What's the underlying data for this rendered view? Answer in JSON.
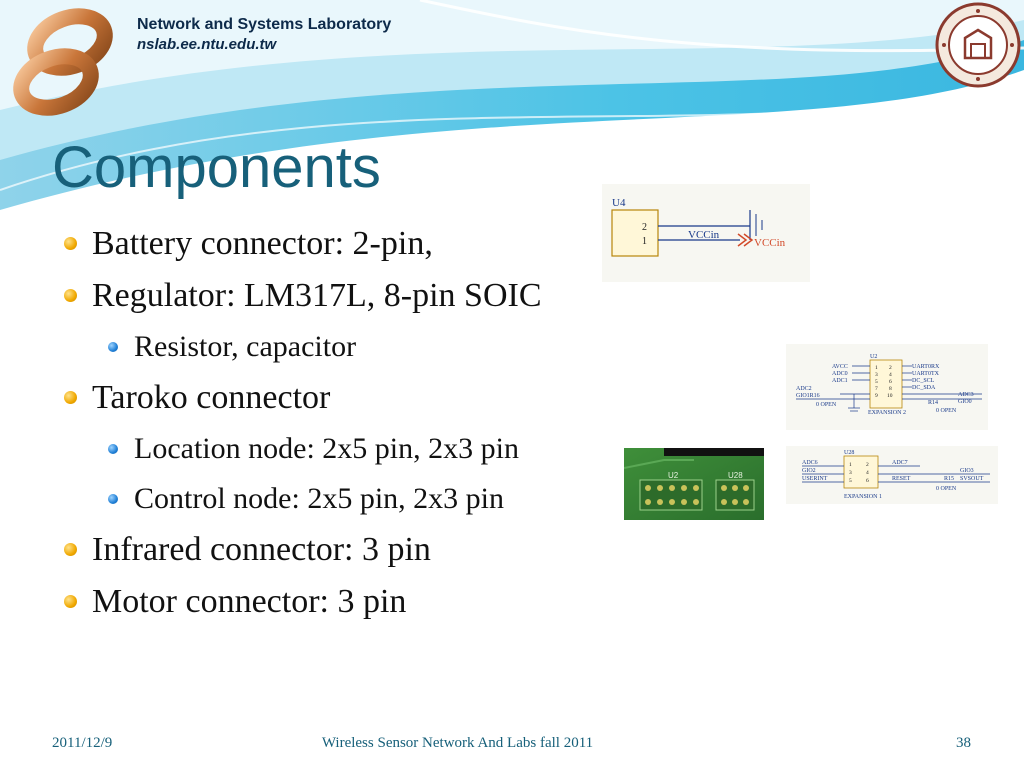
{
  "header": {
    "lab_name": "Network and Systems Laboratory",
    "lab_url": "nslab.ee.ntu.edu.tw"
  },
  "slide": {
    "title": "Components",
    "bullets": [
      {
        "text": "Battery connector: 2-pin,",
        "level": 1
      },
      {
        "text": "Regulator: LM317L, 8-pin SOIC",
        "level": 1
      },
      {
        "text": "Resistor, capacitor",
        "level": 2
      },
      {
        "text": "Taroko connector",
        "level": 1
      },
      {
        "text": "Location node: 2x5 pin, 2x3 pin",
        "level": 2
      },
      {
        "text": "Control node: 2x5 pin, 2x3 pin",
        "level": 2
      },
      {
        "text": "Infrared connector: 3 pin",
        "level": 1
      },
      {
        "text": "Motor connector: 3 pin",
        "level": 1
      }
    ]
  },
  "schematic_u4": {
    "ref": "U4",
    "pin_top": "2",
    "pin_bottom": "1",
    "net": "VCCin",
    "net_port": "VCCin"
  },
  "schematic_u2": {
    "ref": "U2",
    "left_labels": [
      "AVCC",
      "ADC0",
      "ADC1"
    ],
    "right_labels": [
      "UART0RX",
      "UART0TX",
      "DC_SCL",
      "DC_SDA"
    ],
    "pins_left": [
      "1",
      "3",
      "5",
      "7",
      "9"
    ],
    "pins_right": [
      "2",
      "4",
      "6",
      "8",
      "10"
    ],
    "adc2": "ADC2",
    "gio1r16": "GIO1R16",
    "open_left": "0 OPEN",
    "expansion": "EXPANSION 2",
    "r14": "R14",
    "open_right": "0 OPEN",
    "adc3": "ADC3",
    "gio0": "GIO0"
  },
  "schematic_u28": {
    "ref": "U28",
    "left_labels": [
      "ADC6",
      "GIO2",
      "USERINT"
    ],
    "pins_left": [
      "1",
      "3",
      "5"
    ],
    "pins_right": [
      "2",
      "4",
      "6"
    ],
    "right_labels": [
      "ADC7",
      "RESET"
    ],
    "r15": "R15",
    "svsout": "SVSOUT",
    "gio3": "GIO3",
    "open": "0 OPEN",
    "expansion": "EXPANSION 1"
  },
  "pcb_photo": {
    "label_u2": "U2",
    "label_u28": "U28"
  },
  "footer": {
    "date": "2011/12/9",
    "course": "Wireless Sensor Network And Labs fall 2011",
    "page": "38"
  }
}
